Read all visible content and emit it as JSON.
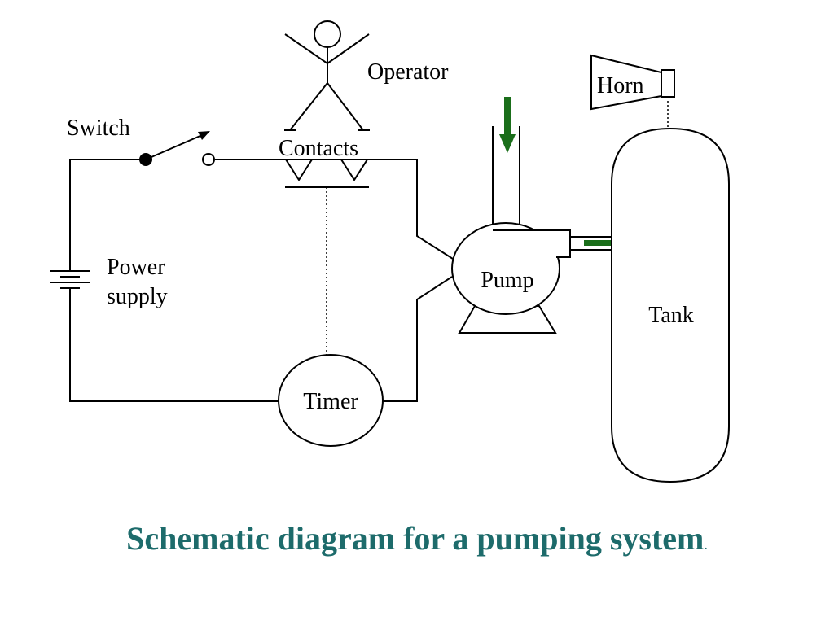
{
  "labels": {
    "switch": "Switch",
    "operator": "Operator",
    "contacts": "Contacts",
    "horn": "Horn",
    "power_supply_line1": "Power",
    "power_supply_line2": "supply",
    "pump": "Pump",
    "tank": "Tank",
    "timer": "Timer"
  },
  "caption": {
    "text": "Schematic diagram for a pumping system",
    "period": "."
  },
  "colors": {
    "caption": "#1d6b6b",
    "flow_arrow": "#1a6e1a",
    "line": "#000000"
  },
  "icons": {
    "operator": "stick-figure-icon",
    "flow": "arrow-icon"
  }
}
